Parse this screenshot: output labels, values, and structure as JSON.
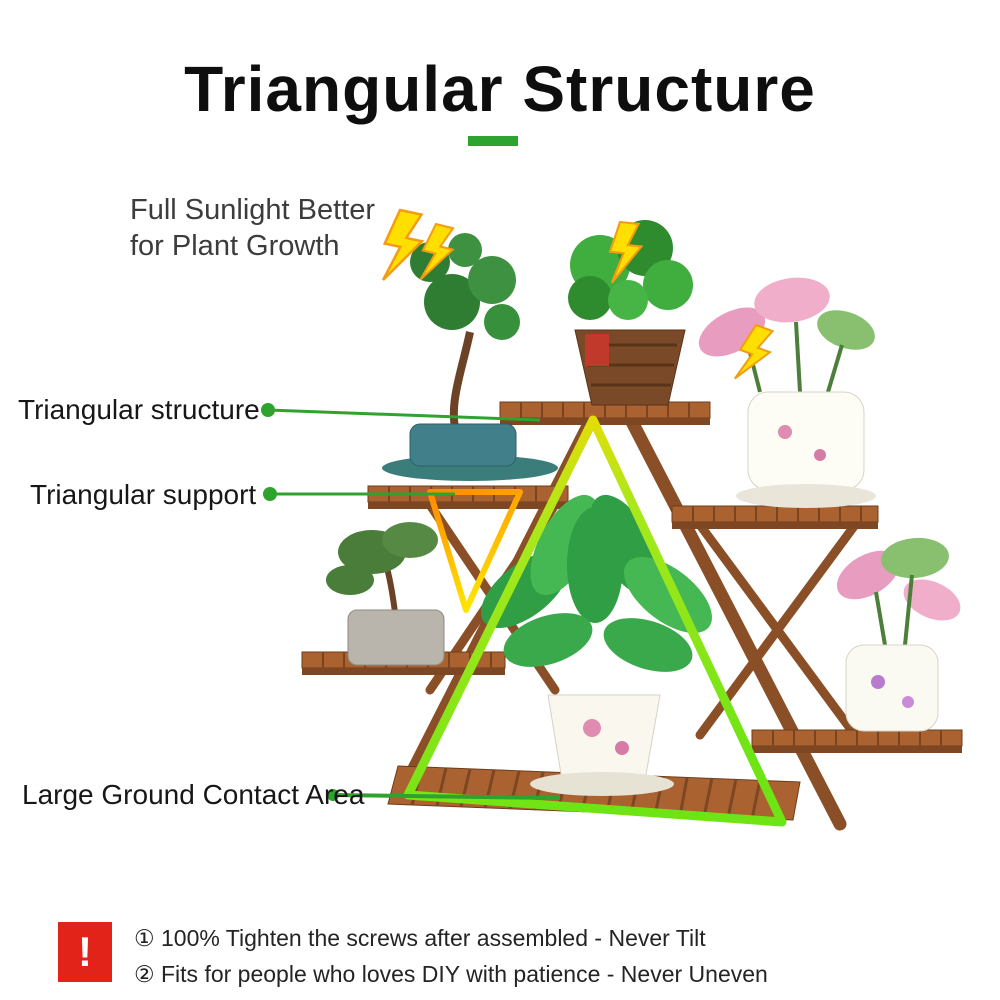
{
  "header": {
    "title": "Triangular Structure",
    "subtitle_line1": "Full Sunlight Better",
    "subtitle_line2": "for Plant Growth"
  },
  "annotations": {
    "structure_label": "Triangular structure",
    "support_label": "Triangular support",
    "ground_label": "Large Ground Contact Area"
  },
  "footer": {
    "warning_icon": "!",
    "note1": "① 100% Tighten the screws after assembled - Never Tilt",
    "note2": "② Fits for people who loves DIY with patience - Never Uneven"
  },
  "colors": {
    "accent_green": "#2fa32f",
    "triangle_green": "#7ce428",
    "triangle_yellow": "#ffd800",
    "triangle_orange": "#ff8a00",
    "warning_red": "#e2231a",
    "wood": "#a96230"
  },
  "icons": {
    "sunlight_arrows": "lightning-arrow-icon",
    "warning": "exclamation-icon"
  }
}
